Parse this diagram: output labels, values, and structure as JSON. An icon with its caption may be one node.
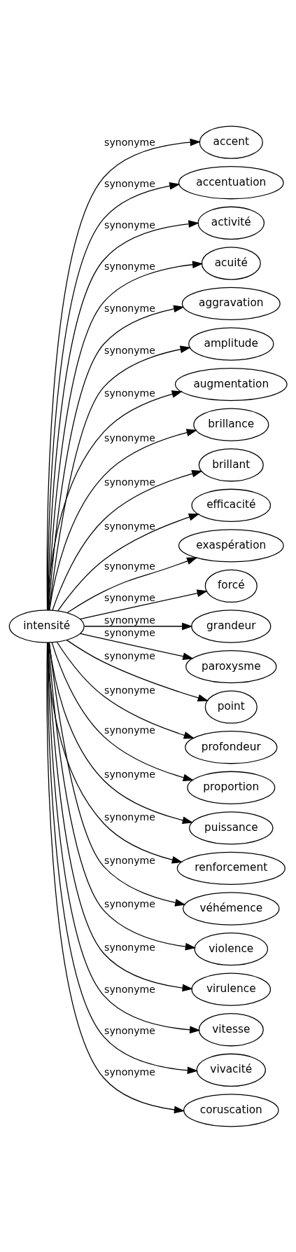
{
  "diagram": {
    "nodes": [
      {
        "text": [
          "intensité"
        ]
      },
      {
        "text": [
          "accent"
        ]
      },
      {
        "text": [
          "accentuation"
        ]
      },
      {
        "text": [
          "activité"
        ]
      },
      {
        "text": [
          "acuité"
        ]
      },
      {
        "text": [
          "aggravation"
        ]
      },
      {
        "text": [
          "amplitude"
        ]
      },
      {
        "text": [
          "augmentation"
        ]
      },
      {
        "text": [
          "brillance"
        ]
      },
      {
        "text": [
          "brillant"
        ]
      },
      {
        "text": [
          "efficacité"
        ]
      },
      {
        "text": [
          "exaspération"
        ]
      },
      {
        "text": [
          "forcé"
        ]
      },
      {
        "text": [
          "grandeur"
        ]
      },
      {
        "text": [
          "paroxysme"
        ]
      },
      {
        "text": [
          "point"
        ]
      },
      {
        "text": [
          "profondeur"
        ]
      },
      {
        "text": [
          "proportion"
        ]
      },
      {
        "text": [
          "puissance"
        ]
      },
      {
        "text": [
          "renforcement"
        ]
      },
      {
        "text": [
          "véhémence"
        ]
      },
      {
        "text": [
          "violence"
        ]
      },
      {
        "text": [
          "virulence"
        ]
      },
      {
        "text": [
          "vitesse"
        ]
      },
      {
        "text": [
          "vivacité"
        ]
      },
      {
        "text": [
          "coruscation"
        ]
      }
    ],
    "edges": [
      {
        "from": 0,
        "to": 1,
        "arrow": "to",
        "label": "synonyme"
      },
      {
        "from": 0,
        "to": 2,
        "arrow": "to",
        "label": "synonyme"
      },
      {
        "from": 0,
        "to": 3,
        "arrow": "to",
        "label": "synonyme"
      },
      {
        "from": 0,
        "to": 4,
        "arrow": "to",
        "label": "synonyme"
      },
      {
        "from": 0,
        "to": 5,
        "arrow": "to",
        "label": "synonyme"
      },
      {
        "from": 0,
        "to": 6,
        "arrow": "to",
        "label": "synonyme"
      },
      {
        "from": 0,
        "to": 7,
        "arrow": "to",
        "label": "synonyme"
      },
      {
        "from": 0,
        "to": 8,
        "arrow": "to",
        "label": "synonyme"
      },
      {
        "from": 0,
        "to": 9,
        "arrow": "to",
        "label": "synonyme"
      },
      {
        "from": 0,
        "to": 10,
        "arrow": "to",
        "label": "synonyme"
      },
      {
        "from": 0,
        "to": 11,
        "arrow": "to",
        "label": "synonyme"
      },
      {
        "from": 0,
        "to": 12,
        "arrow": "to",
        "label": "synonyme"
      },
      {
        "from": 0,
        "to": 13,
        "arrow": "to",
        "label": "synonyme"
      },
      {
        "from": 0,
        "to": 14,
        "arrow": "to",
        "label": "synonyme"
      },
      {
        "from": 0,
        "to": 15,
        "arrow": "to",
        "label": "synonyme"
      },
      {
        "from": 0,
        "to": 16,
        "arrow": "to",
        "label": "synonyme"
      },
      {
        "from": 0,
        "to": 17,
        "arrow": "to",
        "label": "synonyme"
      },
      {
        "from": 0,
        "to": 18,
        "arrow": "to",
        "label": "synonyme"
      },
      {
        "from": 0,
        "to": 19,
        "arrow": "to",
        "label": "synonyme"
      },
      {
        "from": 0,
        "to": 20,
        "arrow": "to",
        "label": "synonyme"
      },
      {
        "from": 0,
        "to": 21,
        "arrow": "to",
        "label": "synonyme"
      },
      {
        "from": 0,
        "to": 22,
        "arrow": "to",
        "label": "synonyme"
      },
      {
        "from": 0,
        "to": 23,
        "arrow": "to",
        "label": "synonyme"
      },
      {
        "from": 0,
        "to": 24,
        "arrow": "to",
        "label": "synonyme"
      },
      {
        "from": 0,
        "to": 25,
        "arrow": "to",
        "label": "synonyme"
      }
    ]
  }
}
